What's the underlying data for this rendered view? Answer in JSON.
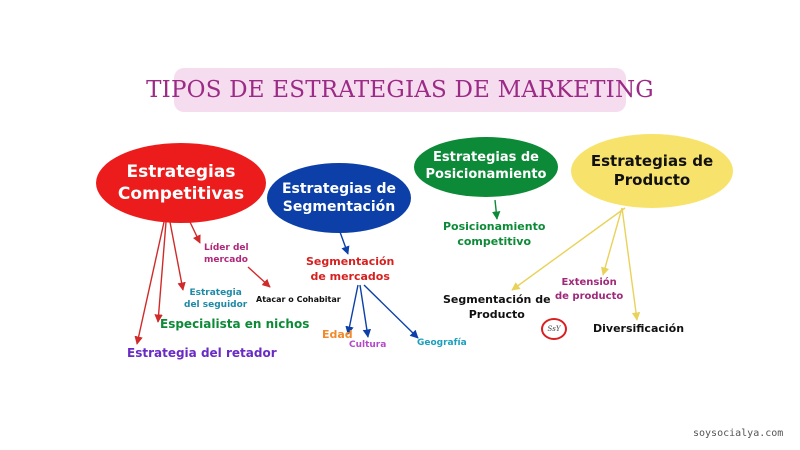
{
  "title": "TIPOS DE ESTRATEGIAS DE MARKETING",
  "nodes": {
    "competitivas": "Estrategias\nCompetitivas",
    "segmentacion": "Estrategias de\nSegmentación",
    "posicionamiento": "Estrategias de\nPosicionamiento",
    "producto": "Estrategias de\nProducto"
  },
  "labels": {
    "lider_mercado": "Líder del\nmercado",
    "estrategia_seguidor": "Estrategia\ndel seguidor",
    "atacar_cohabitar": "Atacar o Cohabitar",
    "especialista_nichos": "Especialista en nichos",
    "estrategia_retador": "Estrategia del retador",
    "segmentacion_mercados": "Segmentación\nde mercados",
    "edad": "Edad",
    "cultura": "Cultura",
    "geografia": "Geografía",
    "posicionamiento_competitivo": "Posicionamiento\ncompetitivo",
    "extension_producto": "Extensión\nde producto",
    "segmentacion_producto": "Segmentación de\nProducto",
    "diversificacion": "Diversificación"
  },
  "logo_text": "SsY",
  "footer": "soysocialya.com",
  "colors": {
    "title_bg": "#f6dcef",
    "title_text": "#9b2b86",
    "competitivas": "#ec1c1c",
    "segmentacion": "#0c40a8",
    "posicionamiento": "#0d8a37",
    "producto": "#f7e36b"
  }
}
